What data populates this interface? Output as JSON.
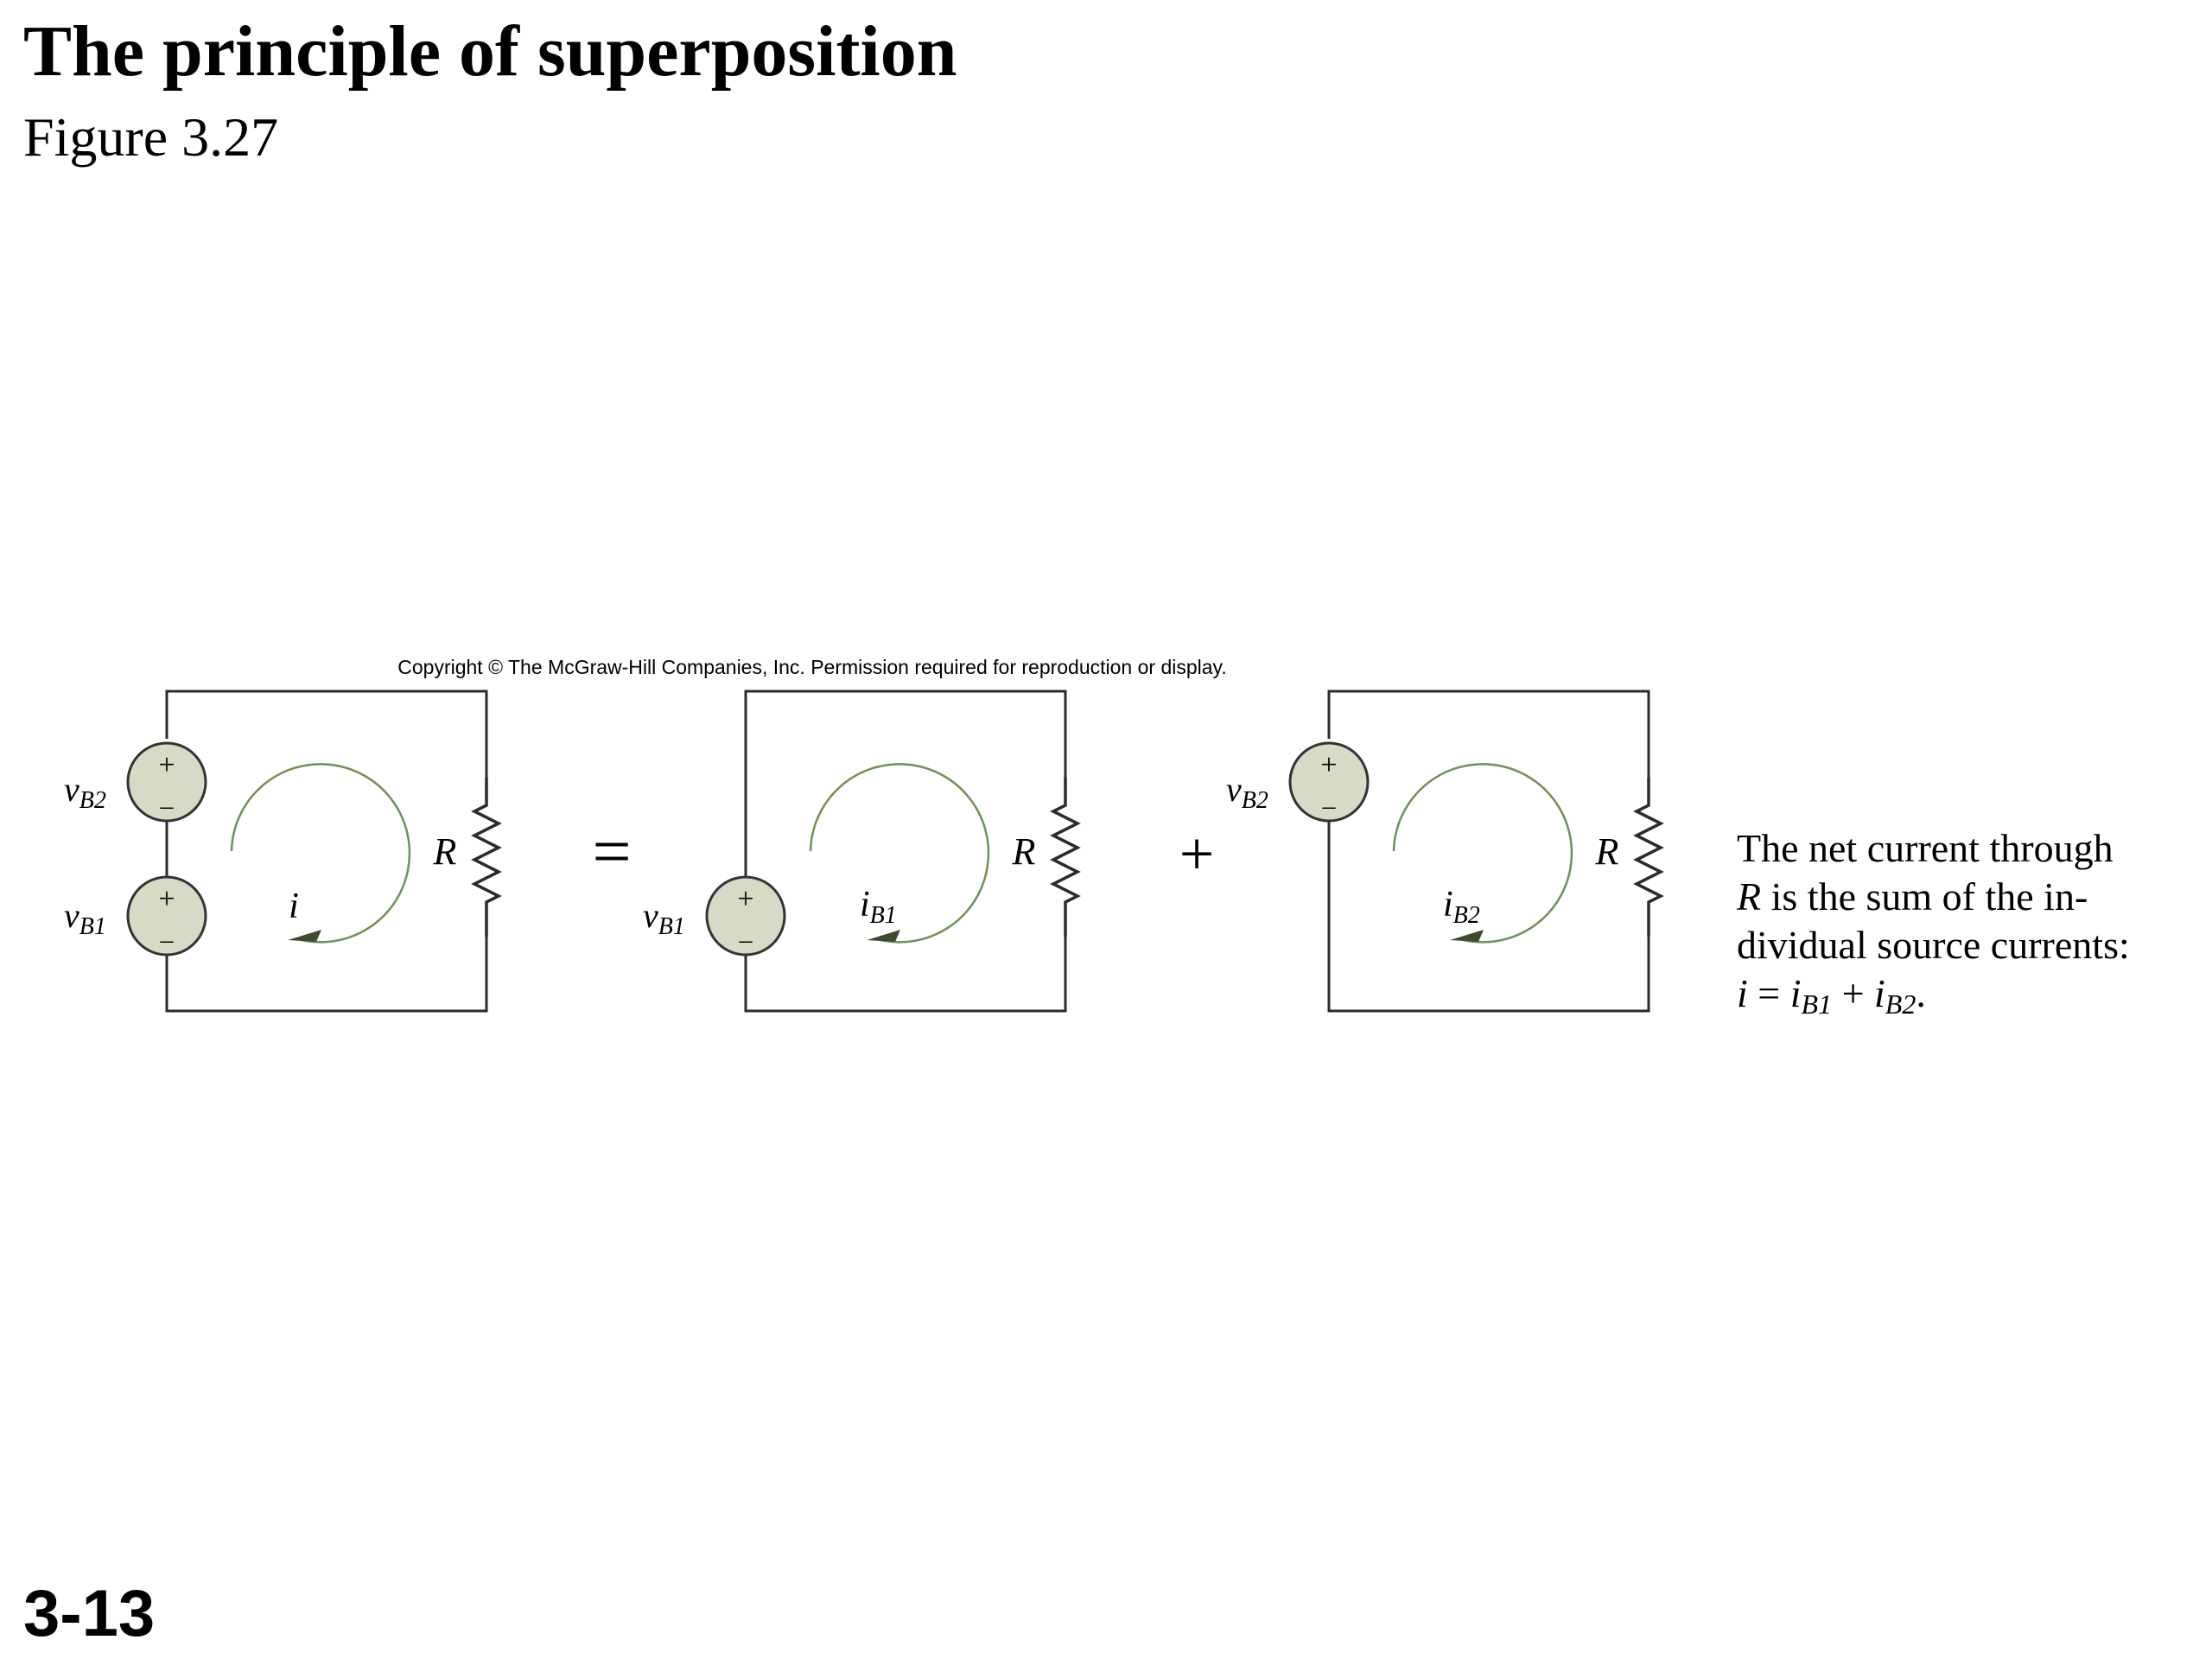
{
  "slide": {
    "title": "The principle of superposition",
    "subtitle": "Figure 3.27",
    "number": "3-13"
  },
  "figure": {
    "copyright": "Copyright © The McGraw-Hill Companies, Inc. Permission required for reproduction or display.",
    "operators": {
      "equals": "=",
      "plus": "+"
    },
    "source_signs": {
      "plus": "+",
      "minus": "–"
    },
    "circuit_1": {
      "source_top": {
        "symbol": "v",
        "subscript": "B2"
      },
      "source_bottom": {
        "symbol": "v",
        "subscript": "B1"
      },
      "current": {
        "symbol": "i",
        "subscript": ""
      },
      "resistor": "R"
    },
    "circuit_2": {
      "source": {
        "symbol": "v",
        "subscript": "B1"
      },
      "current": {
        "symbol": "i",
        "subscript": "B1"
      },
      "resistor": "R"
    },
    "circuit_3": {
      "source": {
        "symbol": "v",
        "subscript": "B2"
      },
      "current": {
        "symbol": "i",
        "subscript": "B2"
      },
      "resistor": "R"
    },
    "caption": {
      "line1": "The net current through",
      "line2_italic": "R",
      "line2_rest": " is the sum of the in-",
      "line3": "dividual source currents:",
      "eq_i": "i",
      "eq_equals": " = ",
      "eq_i1": "i",
      "eq_sub1": "B1",
      "eq_plus": " + ",
      "eq_i2": "i",
      "eq_sub2": "B2",
      "eq_end": "."
    }
  },
  "colors": {
    "wire": "#2b2b2b",
    "source_fill": "#d5dbc4",
    "source_stroke": "#333333",
    "arrow": "#6e9155",
    "arrow_head": "#3f4a2e"
  }
}
